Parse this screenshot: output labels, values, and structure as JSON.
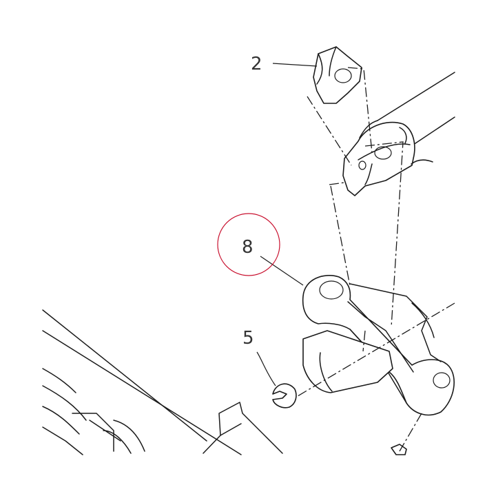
{
  "callouts": [
    {
      "id": "callout-2",
      "label": "2"
    },
    {
      "id": "callout-8",
      "label": "8"
    },
    {
      "id": "callout-5",
      "label": "5"
    }
  ],
  "highlight": {
    "target": "callout-8",
    "color": "#c8102e"
  }
}
